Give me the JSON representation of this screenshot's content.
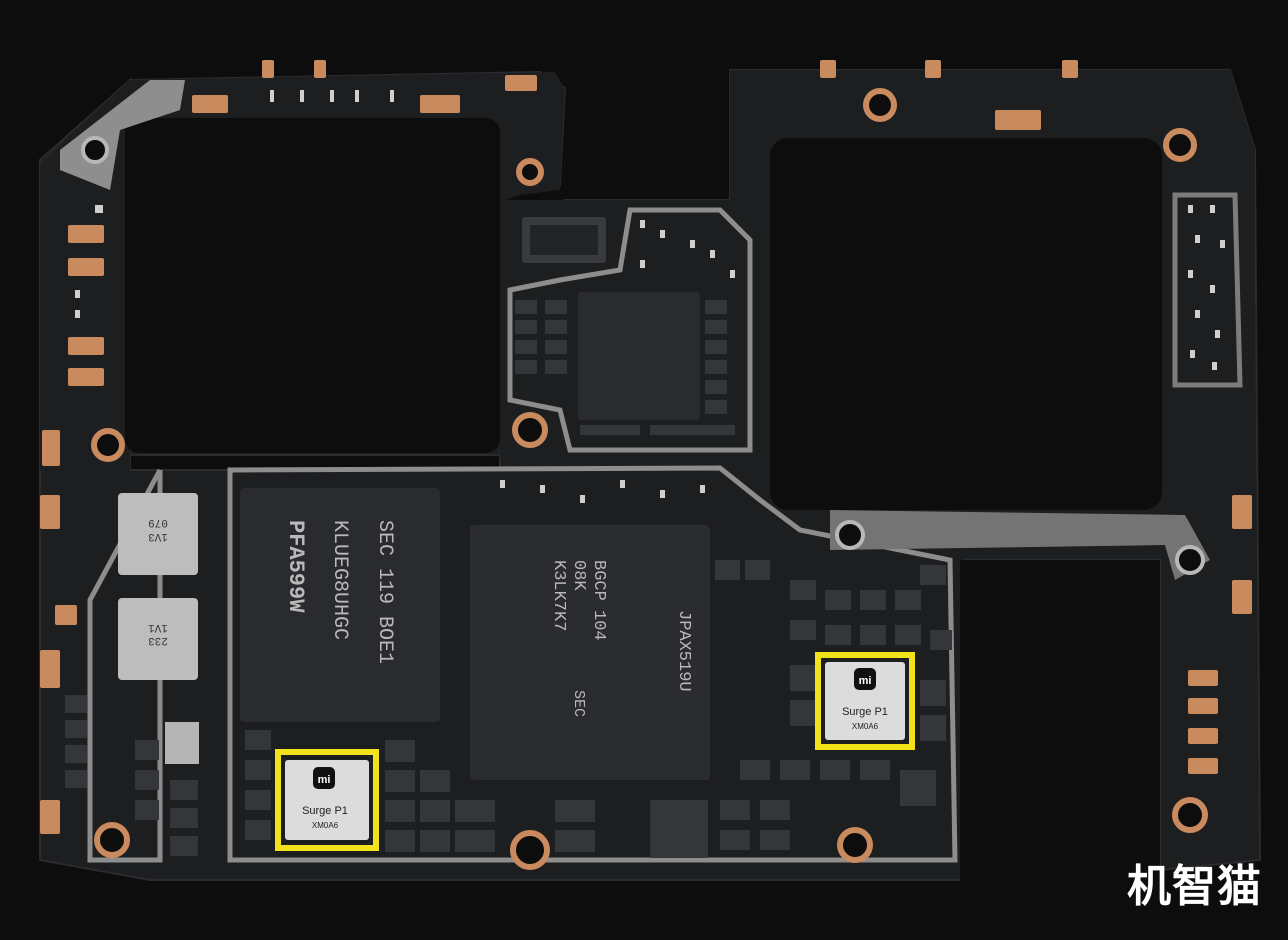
{
  "image": {
    "subject": "mobile-phone-logic-board",
    "background_color": "#0d0d0e",
    "board_color": "#1d1e20",
    "trace_color": "#9a9a9a",
    "pad_color": "#c98a5e",
    "highlight_color": "#f1e21a"
  },
  "chips": {
    "memory": {
      "line1": "SEC 119 BOE1",
      "line2": "KLUEG8UHGC",
      "line3": "PFA599W"
    },
    "soc": {
      "line1": "K3LK7K7",
      "line2": "08K",
      "line3": "BGCP",
      "line4": "104",
      "line5": "SEC",
      "line6": "JPAX519U"
    },
    "pmic_left": {
      "label": "079\n1V3"
    },
    "pmic_left2": {
      "label": "1V1\n233"
    }
  },
  "surge_chips": [
    {
      "brand_icon": "mi-logo-icon",
      "label": "Surge P1",
      "sub": "XM0A6"
    },
    {
      "brand_icon": "mi-logo-icon",
      "label": "Surge P1",
      "sub": "XM0A6"
    }
  ],
  "watermark": {
    "text": "机智猫"
  }
}
